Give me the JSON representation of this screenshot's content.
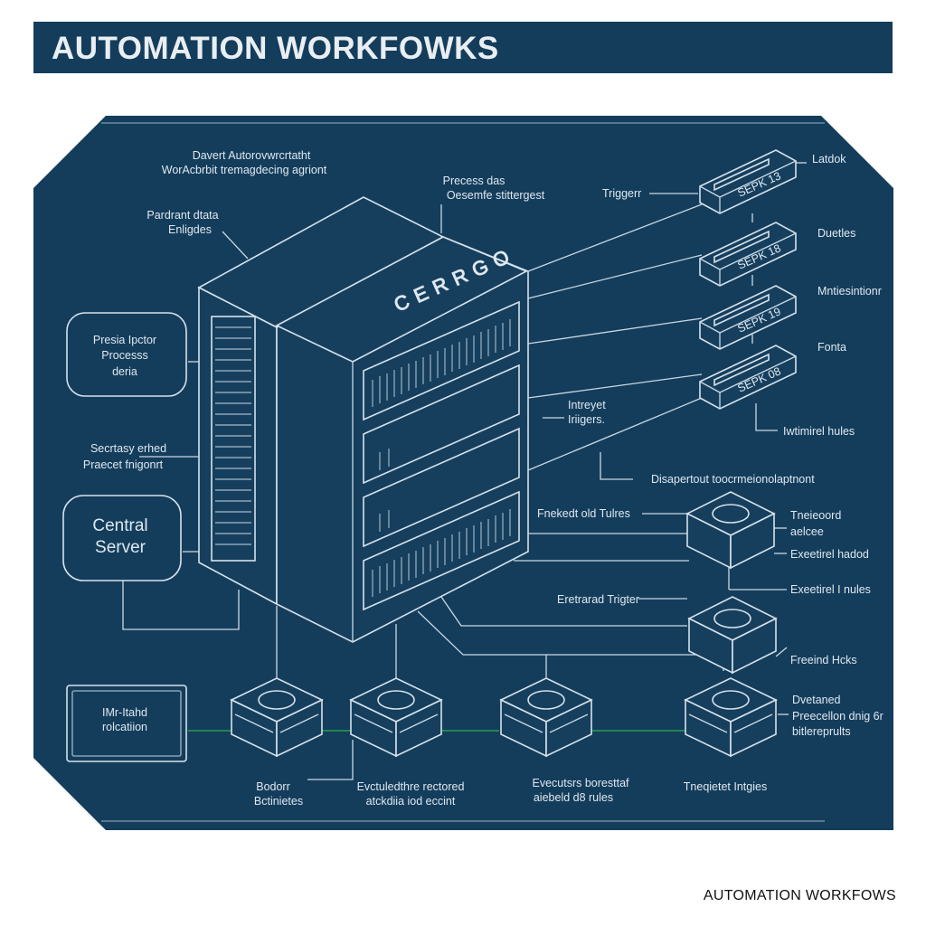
{
  "title": "AUTOMATION WORKFOWKS",
  "footer_title": "AUTOMATION WORKFOWS",
  "colors": {
    "panel": "#143d5c",
    "line": "#d6e2ea",
    "connector_green": "#2bb34a",
    "background": "#ffffff"
  },
  "server": {
    "front_text": "CERRGO"
  },
  "left_nodes": {
    "process_trigger": [
      "Presia Ipctor",
      "Processs",
      "deria"
    ],
    "central_server": [
      "Central",
      "Server"
    ],
    "bottom_box": [
      "IMr-Itahd",
      "rolcatiion"
    ]
  },
  "labels": {
    "top_left": [
      "Davert Autorovwrcrtatht",
      "WorAcbrbit tremagdecing agriont"
    ],
    "paretant": [
      "Pardrant dtata",
      "Enligdes"
    ],
    "process_data": [
      "Precess das",
      "Oesemfe stittergest"
    ],
    "secretary": [
      "Secrtasy erhed",
      "Praecet fnigonrt"
    ],
    "interyet": [
      "Intreyet",
      "Iriigers."
    ],
    "trigger": "Triggerr",
    "right": [
      "Latdok",
      "Duetles",
      "Mntiesintionr",
      "Fonta",
      "Iwtimirel hules"
    ],
    "disapert": "Disapertout toocrmeionolaptnont",
    "freked": "Fnekedt old Tulres",
    "mid_right": [
      "Tneieoord",
      "aelcee",
      "Exeetirel hadod",
      "Exeetirel I nules"
    ],
    "executed_trigger": "Eretrarad Trigter",
    "freeind": "Freeind Hcks",
    "bottom_right": [
      "Dvetaned",
      "Preecellon dnig 6r",
      "bitlereprults"
    ],
    "bottom": [
      [
        "Bodorr",
        "Bctinietes"
      ],
      [
        "Evctuledthre rectored",
        "atckdiia iod eccint"
      ],
      [
        "Evecutsrs boresttaf",
        "aiebeld d8 rules"
      ],
      [
        "Tneqietet Intgies"
      ]
    ]
  },
  "devices": [
    "SEPK 13",
    "SEPK 18",
    "SEPK 19",
    "SEPK 08"
  ]
}
